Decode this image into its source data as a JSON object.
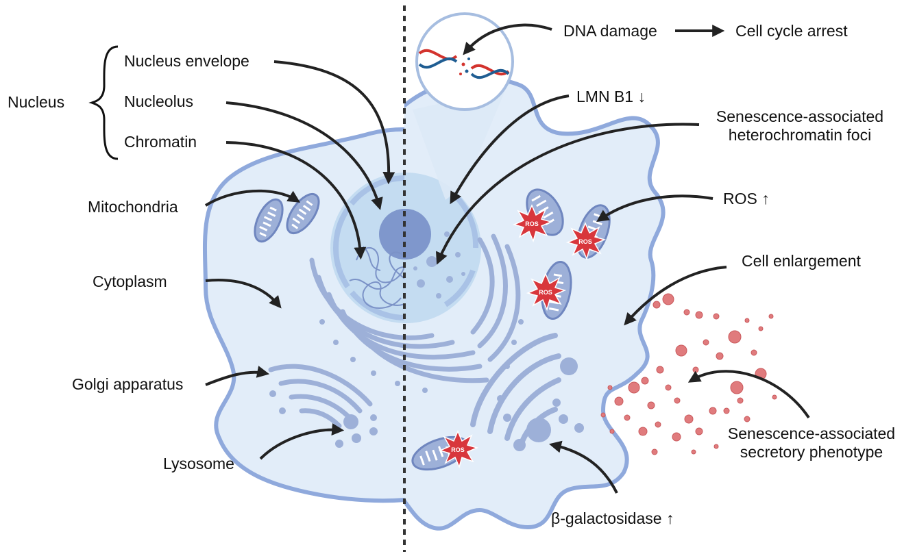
{
  "colors": {
    "cell_fill": "#e2edf9",
    "cell_stroke": "#8fa9dc",
    "organelle": "#9db0d8",
    "organelle_dark": "#6f86bf",
    "nucleus_fill": "#c4dcf1",
    "nucleolus": "#7f97cc",
    "sasp_dot": "#e07b7d",
    "ros_fill": "#d8363c",
    "dna_red": "#d3332d",
    "dna_blue": "#1f5d92",
    "arrow": "#222222"
  },
  "left": {
    "group_label": "Nucleus",
    "nucleus_parts": [
      "Nucleus envelope",
      "Nucleolus",
      "Chromatin"
    ],
    "mitochondria": "Mitochondria",
    "cytoplasm": "Cytoplasm",
    "golgi": "Golgi apparatus",
    "lysosome": "Lysosome"
  },
  "right": {
    "dna_damage": "DNA damage",
    "cell_cycle_arrest": "Cell cycle arrest",
    "lmnb1": "LMN B1",
    "lmnb1_trend": "↓",
    "sahf_line1": "Senescence-associated",
    "sahf_line2": "heterochromatin foci",
    "ros": "ROS",
    "ros_trend": "↑",
    "ros_badge": "ROS",
    "enlargement": "Cell enlargement",
    "sasp_line1": "Senescence-associated",
    "sasp_line2": "secretory phenotype",
    "betagal": "β-galactosidase",
    "betagal_trend": "↑"
  }
}
